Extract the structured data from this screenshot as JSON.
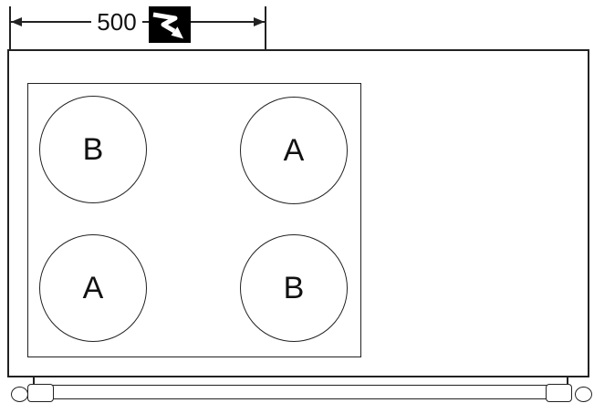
{
  "colors": {
    "line": "#222222",
    "background": "#ffffff",
    "icon_background": "#000000",
    "icon_glyph": "#ffffff"
  },
  "dimension": {
    "label": "500",
    "icon": "electric-flash-icon"
  },
  "burners": [
    {
      "position": "top-left",
      "label": "B"
    },
    {
      "position": "top-right",
      "label": "A"
    },
    {
      "position": "bottom-left",
      "label": "A"
    },
    {
      "position": "bottom-right",
      "label": "B"
    }
  ]
}
